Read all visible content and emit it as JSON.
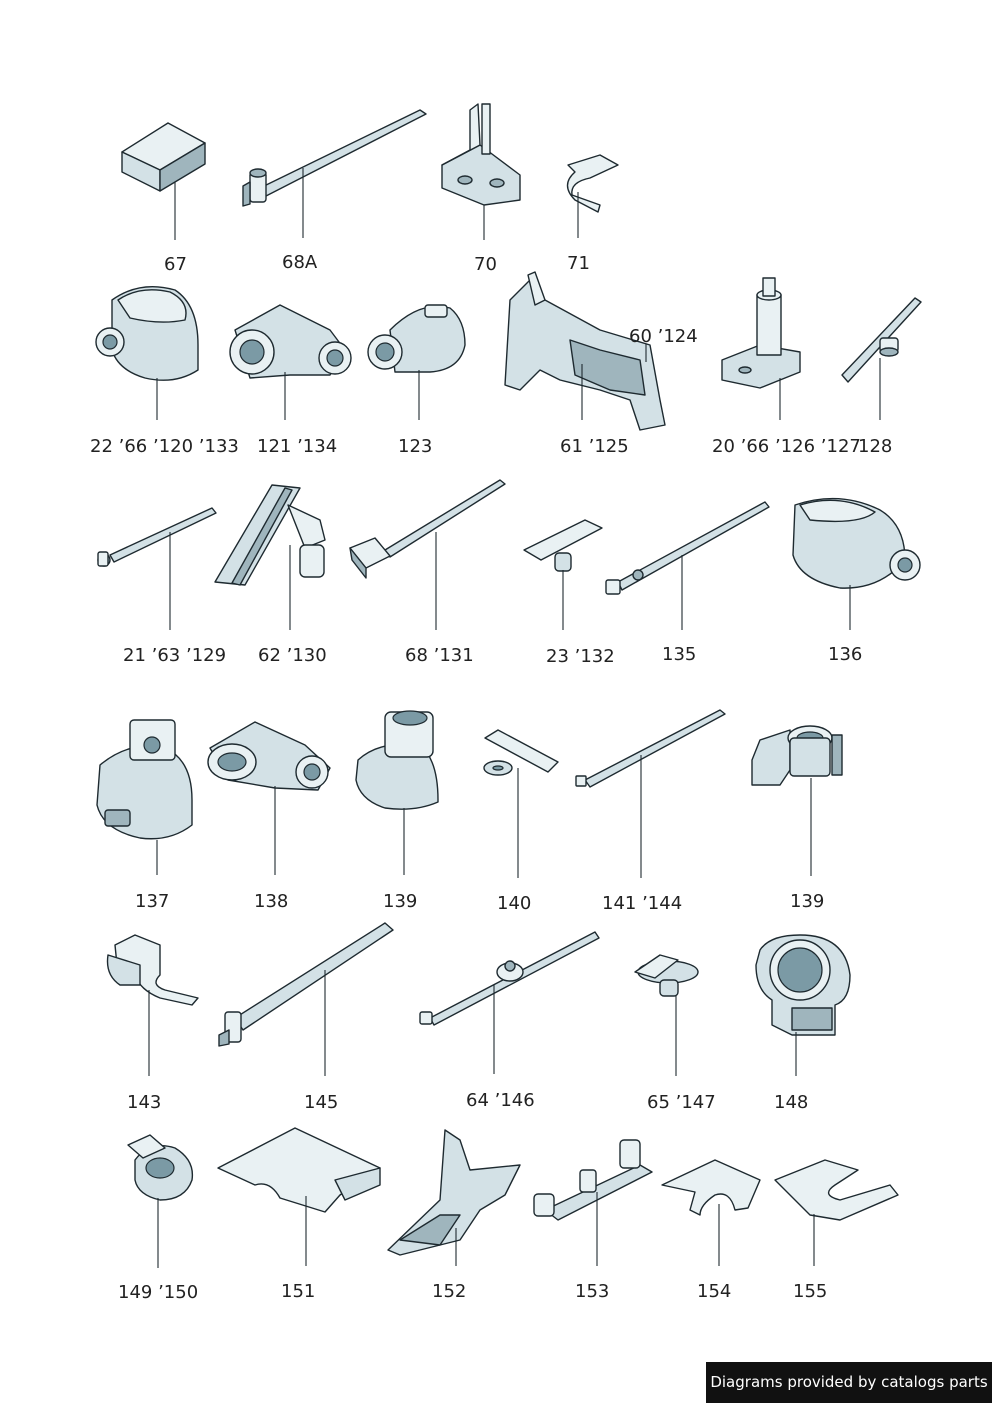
{
  "callouts": {
    "c67": "67",
    "c68a": "68A",
    "c70": "70",
    "c71": "71",
    "c22": "22 ’66 ’120 ’133",
    "c121": "121 ’134",
    "c123": "123",
    "c60": "60 ’124",
    "c61": "61 ’125",
    "c20": "20 ’66 ’126 ’127",
    "c128": "128",
    "c21": "21 ’63 ’129",
    "c62": "62 ’130",
    "c68": "68 ’131",
    "c23": "23 ’132",
    "c135": "135",
    "c136": "136",
    "c137": "137",
    "c138": "138",
    "c139a": "139",
    "c140": "140",
    "c141": "141 ’144",
    "c139b": "139",
    "c143": "143",
    "c145": "145",
    "c64": "64 ’146",
    "c65": "65 ’147",
    "c148": "148",
    "c149": "149 ’150",
    "c151": "151",
    "c152": "152",
    "c153": "153",
    "c154": "154",
    "c155": "155"
  },
  "footer": {
    "credit": "Diagrams provided by catalogs parts"
  },
  "colors": {
    "part_fill": "#d3e1e6",
    "part_shadow": "#9fb5bd",
    "outline": "#1e2a30",
    "credit_bg": "#111111"
  }
}
